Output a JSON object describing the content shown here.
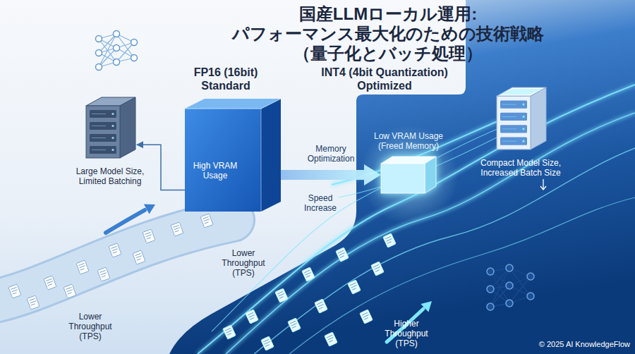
{
  "diagram": {
    "title": "国産LLMローカル運用: パフォーマンス最大化のための技術戦略 （量子化とバッチ処理）",
    "nodes": [
      {
        "text": [
          "Large Model Size, Limited Batching"
        ]
      },
      {
        "text": [
          "High VRAM Usage"
        ]
      },
      {
        "text": [
          "Low VRAM Usage (Freed Memory)"
        ]
      },
      {
        "text": [
          "Compact Model Size, Increased Batch Size"
        ]
      }
    ],
    "edges": [
      {
        "from": 1,
        "to": 0,
        "arrow": "to"
      },
      {
        "from": 1,
        "to": 2,
        "arrow": "to",
        "label": "Memory Optimization"
      }
    ],
    "labels": [
      "FP16 (16bit) Standard",
      "INT4 (4bit Quantization) Optimized",
      "Speed Increase",
      "Lower Throughput (TPS)",
      "Lower Throughput (TPS)",
      "Higher Throughput (TPS)",
      "© 2025 AI KnowledgeFlow"
    ]
  }
}
